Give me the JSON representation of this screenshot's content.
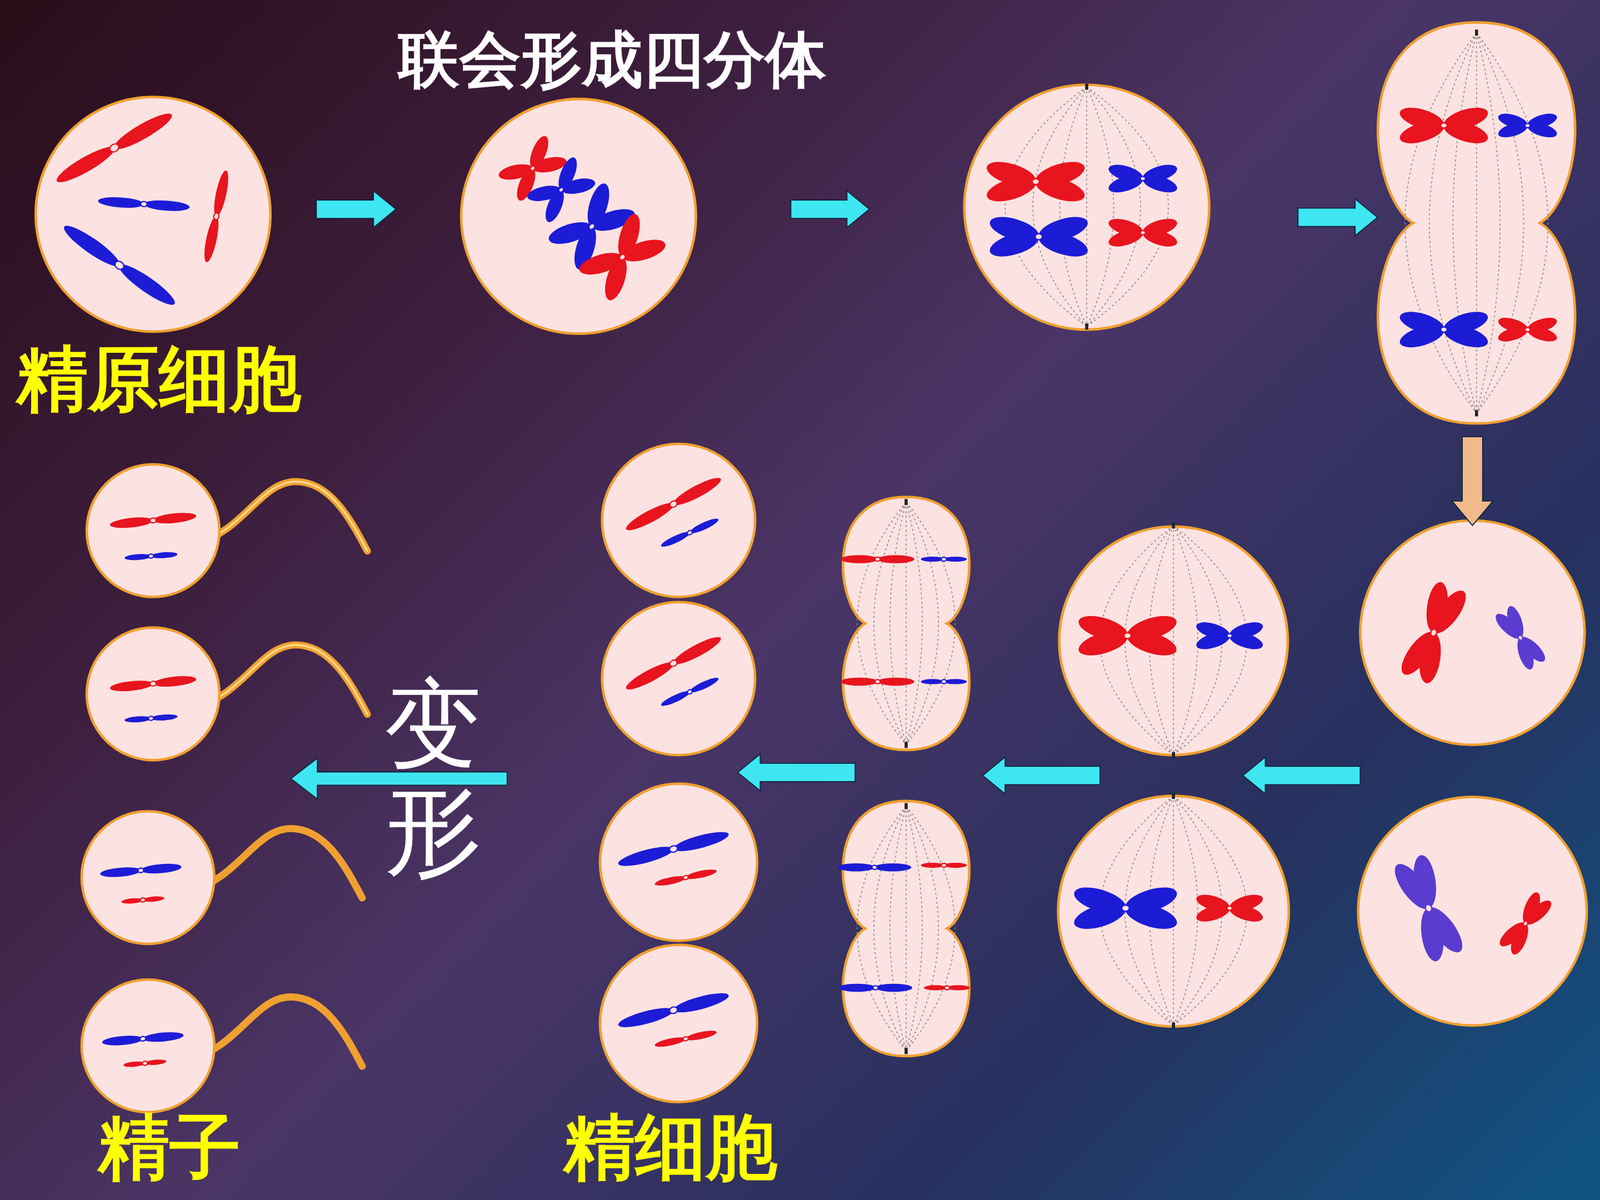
{
  "diagram": {
    "labels": [
      "联会形成四分体",
      "精原细胞",
      "变形",
      "精细胞",
      "精子"
    ]
  }
}
